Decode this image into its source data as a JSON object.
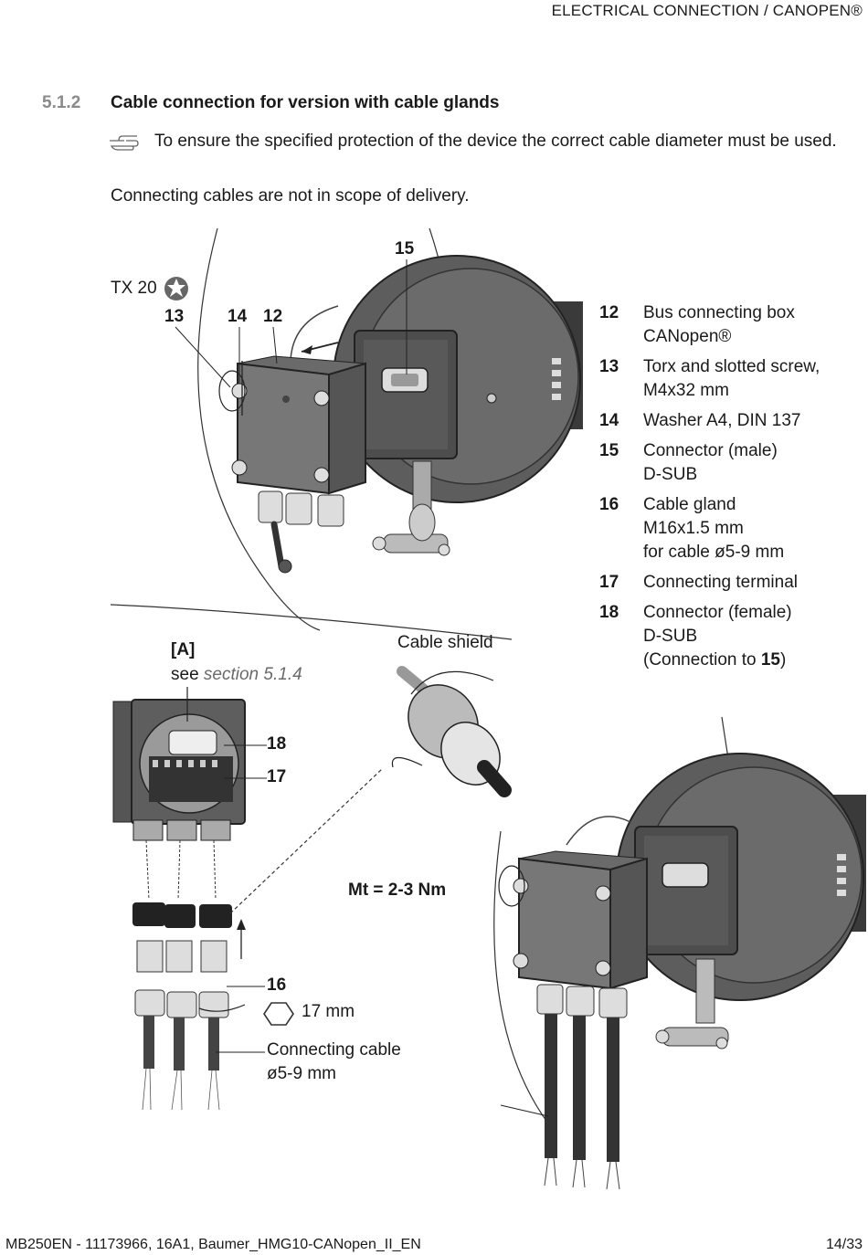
{
  "header": {
    "chapter": "ELECTRICAL CONNECTION / CANOPEN®"
  },
  "section": {
    "number": "5.1.2",
    "title": "Cable connection for version with cable glands",
    "note": "To ensure the specified protection of the device the correct cable diameter must be used.",
    "paragraph": "Connecting cables are not in scope of delivery."
  },
  "figure": {
    "tool_label": "TX 20",
    "callouts": {
      "c12": "12",
      "c13": "13",
      "c14": "14",
      "c15": "15",
      "c16": "16",
      "c17": "17",
      "c18": "18"
    },
    "detail_label": "[A]",
    "detail_ref_prefix": "see ",
    "detail_ref_section": "section 5.1.4",
    "cable_shield": "Cable shield",
    "torque": "Mt = 2-3 Nm",
    "wrench_size": "17 mm",
    "connecting_cable_line1": "Connecting cable",
    "connecting_cable_line2": "ø5-9 mm"
  },
  "legend": [
    {
      "num": "12",
      "text": "Bus connecting box\nCANopen®"
    },
    {
      "num": "13",
      "text": "Torx and slotted screw,\nM4x32 mm"
    },
    {
      "num": "14",
      "text": "Washer A4, DIN 137"
    },
    {
      "num": "15",
      "text": "Connector (male)\nD-SUB"
    },
    {
      "num": "16",
      "text": "Cable gland\nM16x1.5 mm\nfor cable ø5-9 mm"
    },
    {
      "num": "17",
      "text": "Connecting terminal"
    },
    {
      "num": "18",
      "text": "Connector (female)\nD-SUB"
    }
  ],
  "legend_last": {
    "prefix": "(Connection to ",
    "bold": "15",
    "suffix": ")"
  },
  "footer": {
    "doc_id": "MB250EN - 11173966, 16A1, Baumer_HMG10-CANopen_II_EN",
    "page": "14/33"
  },
  "icons": {
    "note": "pointing-hand-icon",
    "torx": "torx-icon",
    "hex": "hex-wrench-icon"
  }
}
